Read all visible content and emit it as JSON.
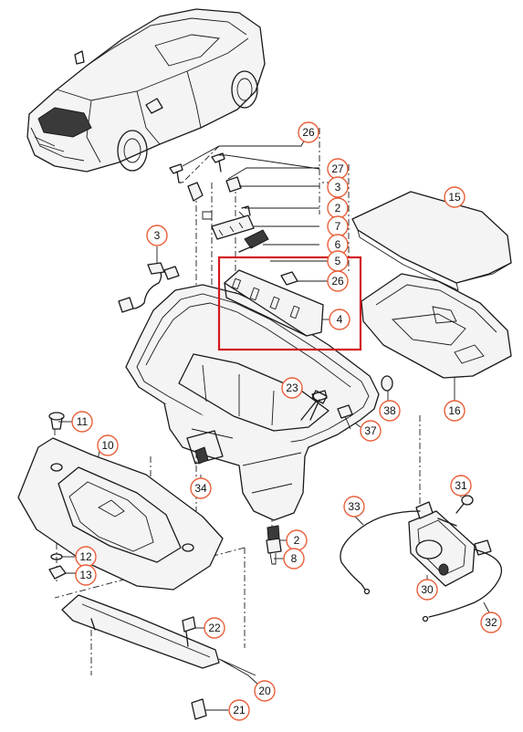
{
  "colors": {
    "callout_ring": "#e8603a",
    "highlight_box": "#d2191f",
    "line_art": "#1a1a1a"
  },
  "callouts": [
    {
      "id": "c26a",
      "label": "26"
    },
    {
      "id": "c27",
      "label": "27"
    },
    {
      "id": "c3a",
      "label": "3"
    },
    {
      "id": "c2a",
      "label": "2"
    },
    {
      "id": "c7",
      "label": "7"
    },
    {
      "id": "c6",
      "label": "6"
    },
    {
      "id": "c5",
      "label": "5"
    },
    {
      "id": "c26b",
      "label": "26"
    },
    {
      "id": "c4",
      "label": "4"
    },
    {
      "id": "c15",
      "label": "15"
    },
    {
      "id": "c16",
      "label": "16"
    },
    {
      "id": "c3b",
      "label": "3"
    },
    {
      "id": "c23",
      "label": "23"
    },
    {
      "id": "c38",
      "label": "38"
    },
    {
      "id": "c37",
      "label": "37"
    },
    {
      "id": "c11",
      "label": "11"
    },
    {
      "id": "c10",
      "label": "10"
    },
    {
      "id": "c34",
      "label": "34"
    },
    {
      "id": "c31",
      "label": "31"
    },
    {
      "id": "c33",
      "label": "33"
    },
    {
      "id": "c2b",
      "label": "2"
    },
    {
      "id": "c8",
      "label": "8"
    },
    {
      "id": "c12",
      "label": "12"
    },
    {
      "id": "c13",
      "label": "13"
    },
    {
      "id": "c30",
      "label": "30"
    },
    {
      "id": "c32",
      "label": "32"
    },
    {
      "id": "c22",
      "label": "22"
    },
    {
      "id": "c20",
      "label": "20"
    },
    {
      "id": "c21",
      "label": "21"
    }
  ]
}
